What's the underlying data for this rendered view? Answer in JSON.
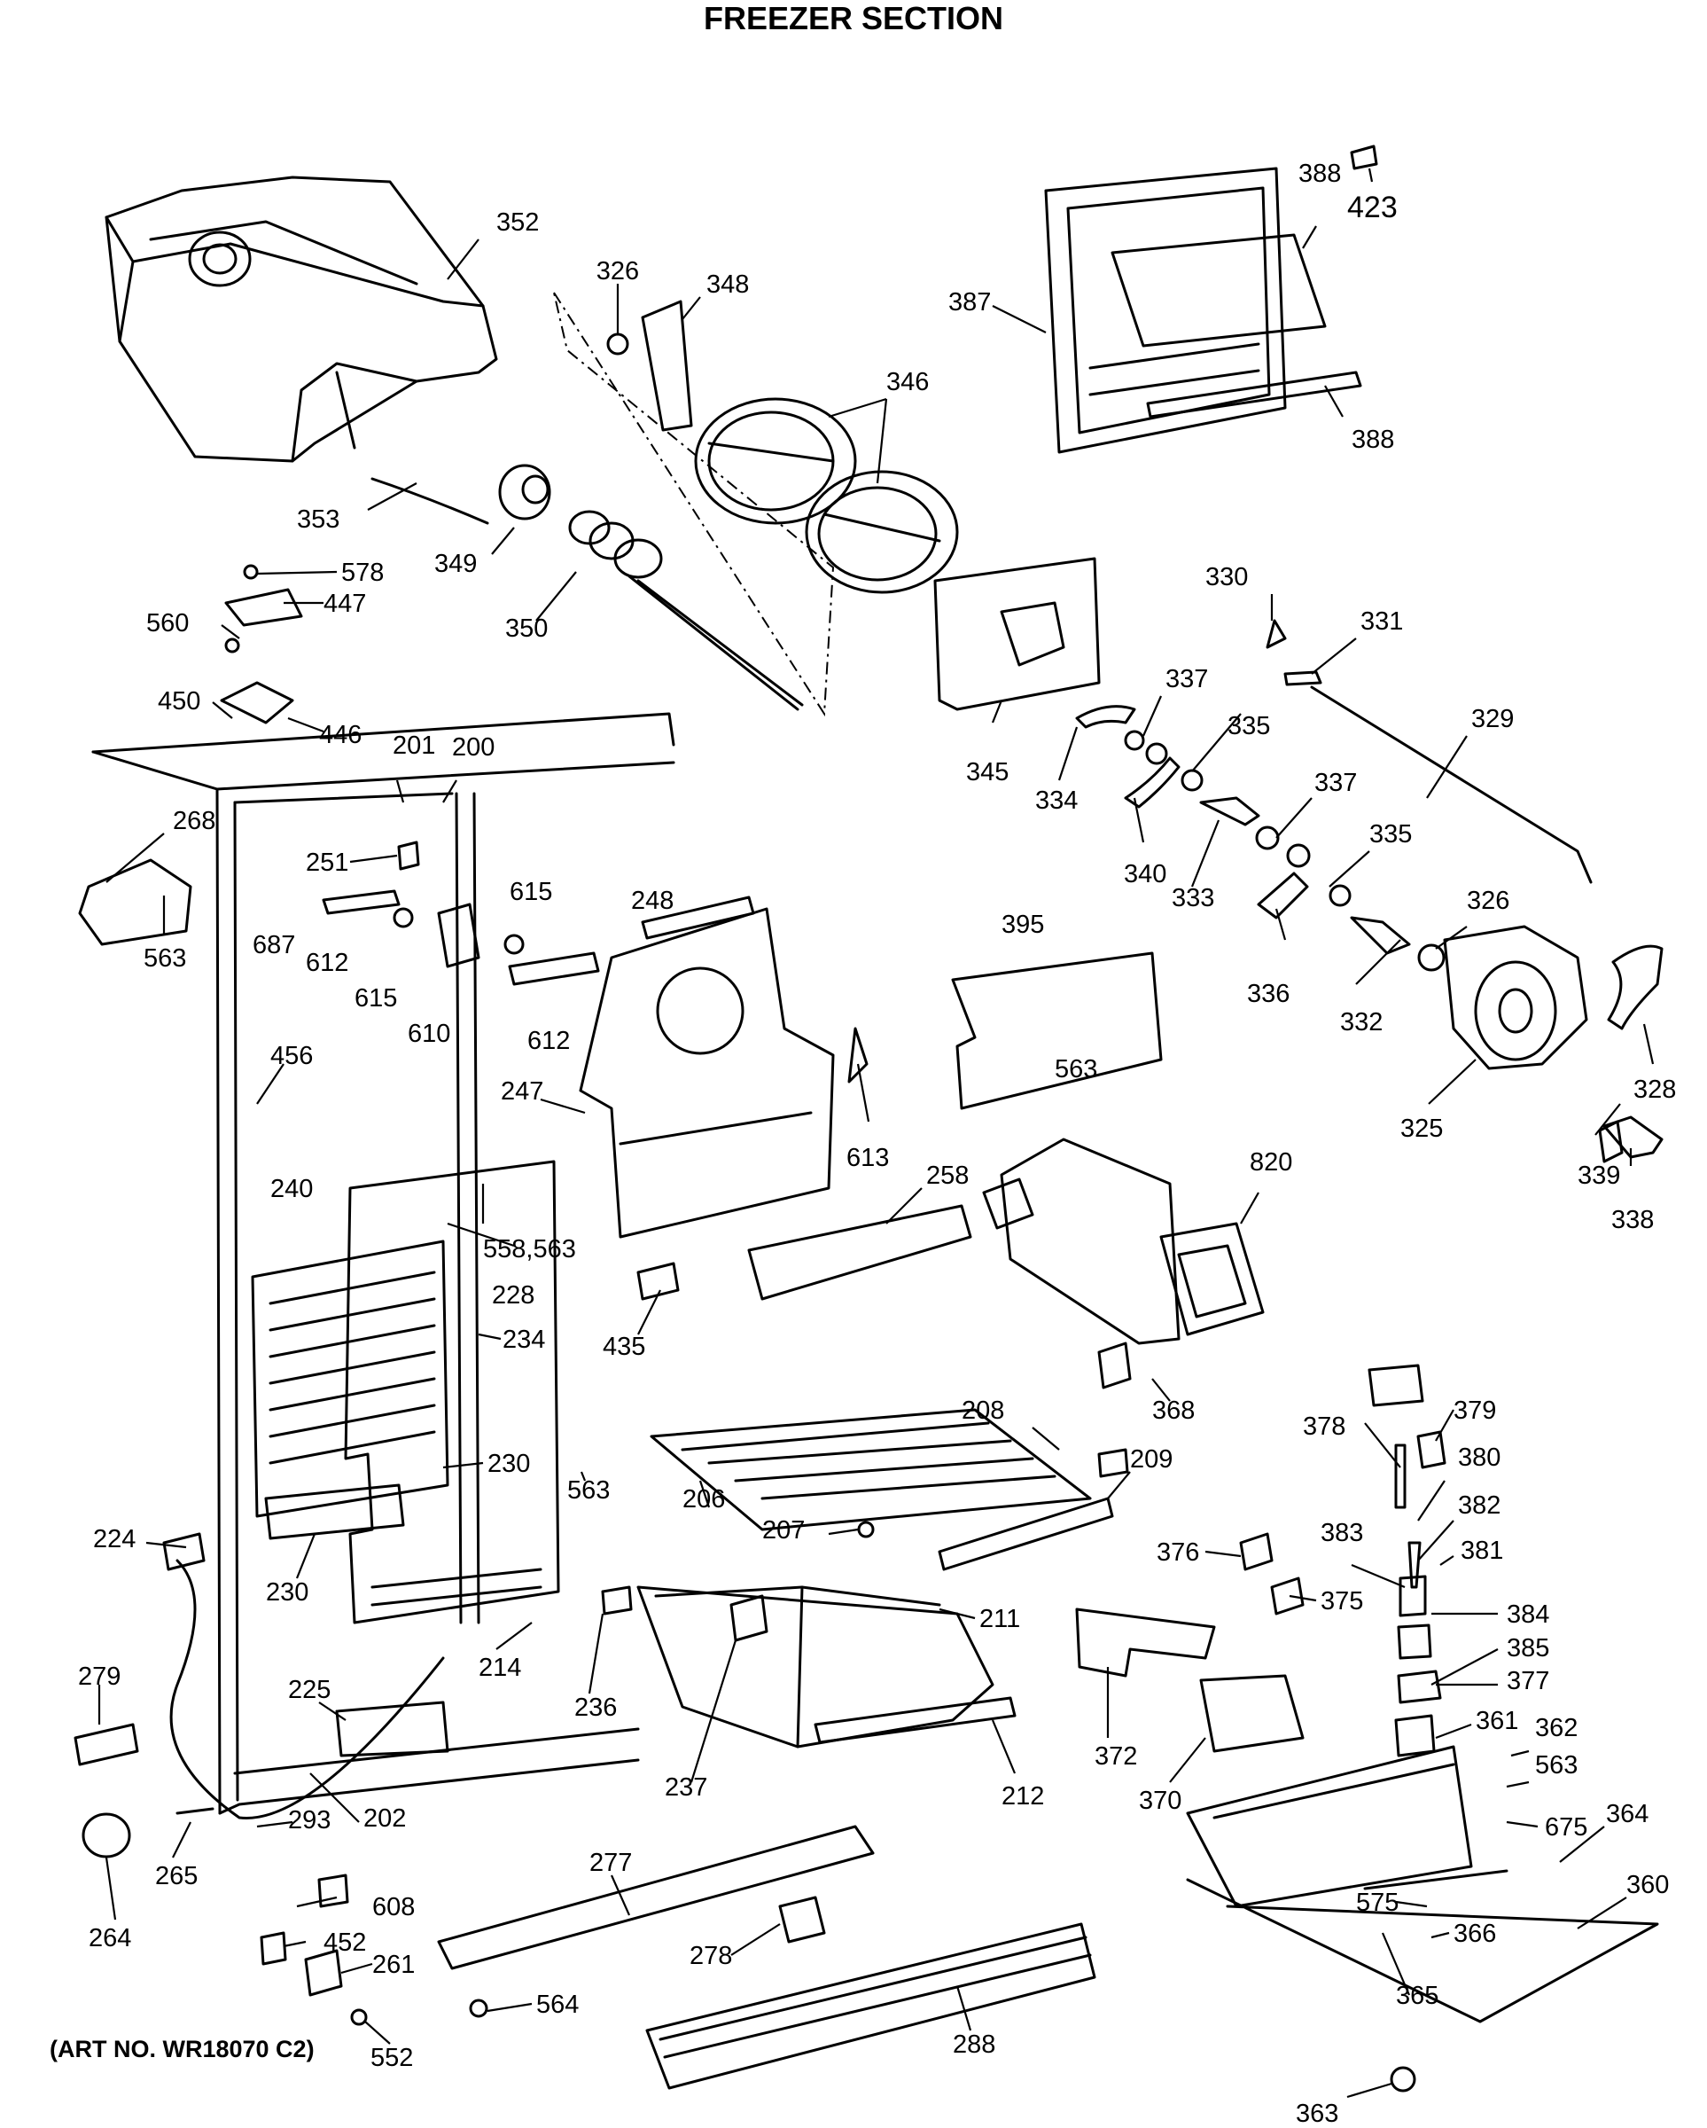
{
  "title": "FREEZER SECTION",
  "art_number": "(ART NO. WR18070 C2)",
  "callouts": [
    {
      "id": "c352",
      "label": "352"
    },
    {
      "id": "c326a",
      "label": "326"
    },
    {
      "id": "c348",
      "label": "348"
    },
    {
      "id": "c346",
      "label": "346"
    },
    {
      "id": "c387",
      "label": "387"
    },
    {
      "id": "c388a",
      "label": "388"
    },
    {
      "id": "c388b",
      "label": "388"
    },
    {
      "id": "c423",
      "label": "423"
    },
    {
      "id": "c353",
      "label": "353"
    },
    {
      "id": "c349",
      "label": "349"
    },
    {
      "id": "c350",
      "label": "350"
    },
    {
      "id": "c578",
      "label": "578"
    },
    {
      "id": "c447",
      "label": "447"
    },
    {
      "id": "c560",
      "label": "560"
    },
    {
      "id": "c450",
      "label": "450"
    },
    {
      "id": "c446",
      "label": "446"
    },
    {
      "id": "c345",
      "label": "345"
    },
    {
      "id": "c330",
      "label": "330"
    },
    {
      "id": "c331",
      "label": "331"
    },
    {
      "id": "c329",
      "label": "329"
    },
    {
      "id": "c337a",
      "label": "337"
    },
    {
      "id": "c335a",
      "label": "335"
    },
    {
      "id": "c334",
      "label": "334"
    },
    {
      "id": "c340",
      "label": "340"
    },
    {
      "id": "c333",
      "label": "333"
    },
    {
      "id": "c337b",
      "label": "337"
    },
    {
      "id": "c335b",
      "label": "335"
    },
    {
      "id": "c326b",
      "label": "326"
    },
    {
      "id": "c336",
      "label": "336"
    },
    {
      "id": "c332",
      "label": "332"
    },
    {
      "id": "c325",
      "label": "325"
    },
    {
      "id": "c328",
      "label": "328"
    },
    {
      "id": "c339",
      "label": "339"
    },
    {
      "id": "c338",
      "label": "338"
    },
    {
      "id": "c201",
      "label": "201"
    },
    {
      "id": "c200",
      "label": "200"
    },
    {
      "id": "c268",
      "label": "268"
    },
    {
      "id": "c563a",
      "label": "563"
    },
    {
      "id": "c251",
      "label": "251"
    },
    {
      "id": "c687",
      "label": "687"
    },
    {
      "id": "c612a",
      "label": "612"
    },
    {
      "id": "c615a",
      "label": "615"
    },
    {
      "id": "c615b",
      "label": "615"
    },
    {
      "id": "c610",
      "label": "610"
    },
    {
      "id": "c612b",
      "label": "612"
    },
    {
      "id": "c248",
      "label": "248"
    },
    {
      "id": "c395",
      "label": "395"
    },
    {
      "id": "c563b",
      "label": "563"
    },
    {
      "id": "c456",
      "label": "456"
    },
    {
      "id": "c247",
      "label": "247"
    },
    {
      "id": "c613",
      "label": "613"
    },
    {
      "id": "c240",
      "label": "240"
    },
    {
      "id": "c558",
      "label": "558,563"
    },
    {
      "id": "c258",
      "label": "258"
    },
    {
      "id": "c820",
      "label": "820"
    },
    {
      "id": "c228",
      "label": "228"
    },
    {
      "id": "c234",
      "label": "234"
    },
    {
      "id": "c435",
      "label": "435"
    },
    {
      "id": "c368",
      "label": "368"
    },
    {
      "id": "c208",
      "label": "208"
    },
    {
      "id": "c378",
      "label": "378"
    },
    {
      "id": "c379",
      "label": "379"
    },
    {
      "id": "c230a",
      "label": "230"
    },
    {
      "id": "c563c",
      "label": "563"
    },
    {
      "id": "c206",
      "label": "206"
    },
    {
      "id": "c209",
      "label": "209"
    },
    {
      "id": "c380",
      "label": "380"
    },
    {
      "id": "c382",
      "label": "382"
    },
    {
      "id": "c207",
      "label": "207"
    },
    {
      "id": "c376",
      "label": "376"
    },
    {
      "id": "c383",
      "label": "383"
    },
    {
      "id": "c381",
      "label": "381"
    },
    {
      "id": "c224",
      "label": "224"
    },
    {
      "id": "c230b",
      "label": "230"
    },
    {
      "id": "c375",
      "label": "375"
    },
    {
      "id": "c211",
      "label": "211"
    },
    {
      "id": "c384",
      "label": "384"
    },
    {
      "id": "c385",
      "label": "385"
    },
    {
      "id": "c214",
      "label": "214"
    },
    {
      "id": "c377",
      "label": "377"
    },
    {
      "id": "c279",
      "label": "279"
    },
    {
      "id": "c225",
      "label": "225"
    },
    {
      "id": "c236",
      "label": "236"
    },
    {
      "id": "c372",
      "label": "372"
    },
    {
      "id": "c361",
      "label": "361"
    },
    {
      "id": "c362",
      "label": "362"
    },
    {
      "id": "c563d",
      "label": "563"
    },
    {
      "id": "c237",
      "label": "237"
    },
    {
      "id": "c212",
      "label": "212"
    },
    {
      "id": "c370",
      "label": "370"
    },
    {
      "id": "c675",
      "label": "675"
    },
    {
      "id": "c364",
      "label": "364"
    },
    {
      "id": "c202",
      "label": "202"
    },
    {
      "id": "c293",
      "label": "293"
    },
    {
      "id": "c265",
      "label": "265"
    },
    {
      "id": "c277",
      "label": "277"
    },
    {
      "id": "c608",
      "label": "608"
    },
    {
      "id": "c360",
      "label": "360"
    },
    {
      "id": "c575",
      "label": "575"
    },
    {
      "id": "c366",
      "label": "366"
    },
    {
      "id": "c264",
      "label": "264"
    },
    {
      "id": "c452",
      "label": "452"
    },
    {
      "id": "c261",
      "label": "261"
    },
    {
      "id": "c278",
      "label": "278"
    },
    {
      "id": "c564",
      "label": "564"
    },
    {
      "id": "c365",
      "label": "365"
    },
    {
      "id": "c288",
      "label": "288"
    },
    {
      "id": "c552",
      "label": "552"
    },
    {
      "id": "c363",
      "label": "363"
    }
  ]
}
